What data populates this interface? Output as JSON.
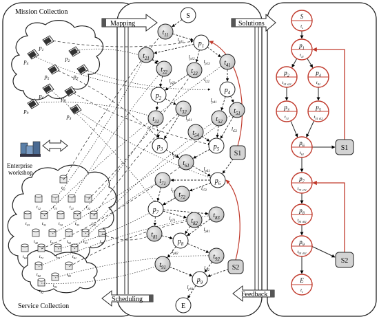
{
  "labels": {
    "mission_collection": "Mission Collection",
    "service_collection": "Service Collection",
    "enterprise": "Enterprise",
    "workshop": "workshop",
    "mapping": "Mapping",
    "solutions": "Solutions",
    "scheduling": "Scheduling",
    "feedback": "Feedback"
  },
  "missions": [
    {
      "label": "p",
      "sub": "1"
    },
    {
      "label": "p",
      "sub": "2"
    },
    {
      "label": "p",
      "sub": "3"
    },
    {
      "label": "p",
      "sub": "4"
    },
    {
      "label": "p",
      "sub": "5"
    },
    {
      "label": "p",
      "sub": "6"
    },
    {
      "label": "p",
      "sub": "7"
    },
    {
      "label": "p",
      "sub": "8"
    },
    {
      "label": "p",
      "sub": "9"
    }
  ],
  "services_left": [
    "t11",
    "t12",
    "t13",
    "t21",
    "t22",
    "t23",
    "t31",
    "t32",
    "t33",
    "t41",
    "t42",
    "t51",
    "t52",
    "t53",
    "t61",
    "t62",
    "t71",
    "t72",
    "t81",
    "t82",
    "t83",
    "t91",
    "t92"
  ],
  "middle_nodes": {
    "start": "S",
    "end": "E",
    "missions": [
      "p1",
      "p2",
      "p3",
      "p4",
      "p5",
      "p6",
      "p7",
      "p8",
      "p9"
    ],
    "tasks": [
      "t11",
      "t21",
      "t22",
      "t23",
      "t31",
      "t32",
      "t33",
      "t41",
      "t51",
      "t52",
      "t53",
      "t54",
      "t61",
      "t71",
      "t72",
      "t81",
      "t82",
      "t83",
      "t91",
      "t92"
    ],
    "subgraphs": [
      "S1",
      "S2"
    ]
  },
  "right_chain": [
    {
      "top": "S",
      "topsub": "",
      "bottom": "t",
      "bottomsub": "s"
    },
    {
      "top": "p",
      "topsub": "1",
      "bottom": "t",
      "bottomsub": "11"
    },
    {
      "top": "p",
      "topsub": "2",
      "bottom": "t",
      "bottomsub": "21 t22"
    },
    {
      "top": "p",
      "topsub": "4",
      "bottom": "t",
      "bottomsub": "41"
    },
    {
      "top": "p",
      "topsub": "3",
      "bottom": "t",
      "bottomsub": "31"
    },
    {
      "top": "p",
      "topsub": "5",
      "bottom": "t",
      "bottomsub": "51 t52"
    },
    {
      "top": "p",
      "topsub": "6",
      "bottom": "t",
      "bottomsub": "61"
    },
    {
      "top": "p",
      "topsub": "7",
      "bottom": "t",
      "bottomsub": "71 t72"
    },
    {
      "top": "p",
      "topsub": "8",
      "bottom": "t",
      "bottomsub": "81 t82"
    },
    {
      "top": "p",
      "topsub": "9",
      "bottom": "t",
      "bottomsub": "91 t92"
    },
    {
      "top": "E",
      "topsub": "",
      "bottom": "t",
      "bottomsub": "e"
    }
  ],
  "colors": {
    "gray_node": "#cfcfcf",
    "red": "#c0392b",
    "panel_border": "#222222"
  }
}
